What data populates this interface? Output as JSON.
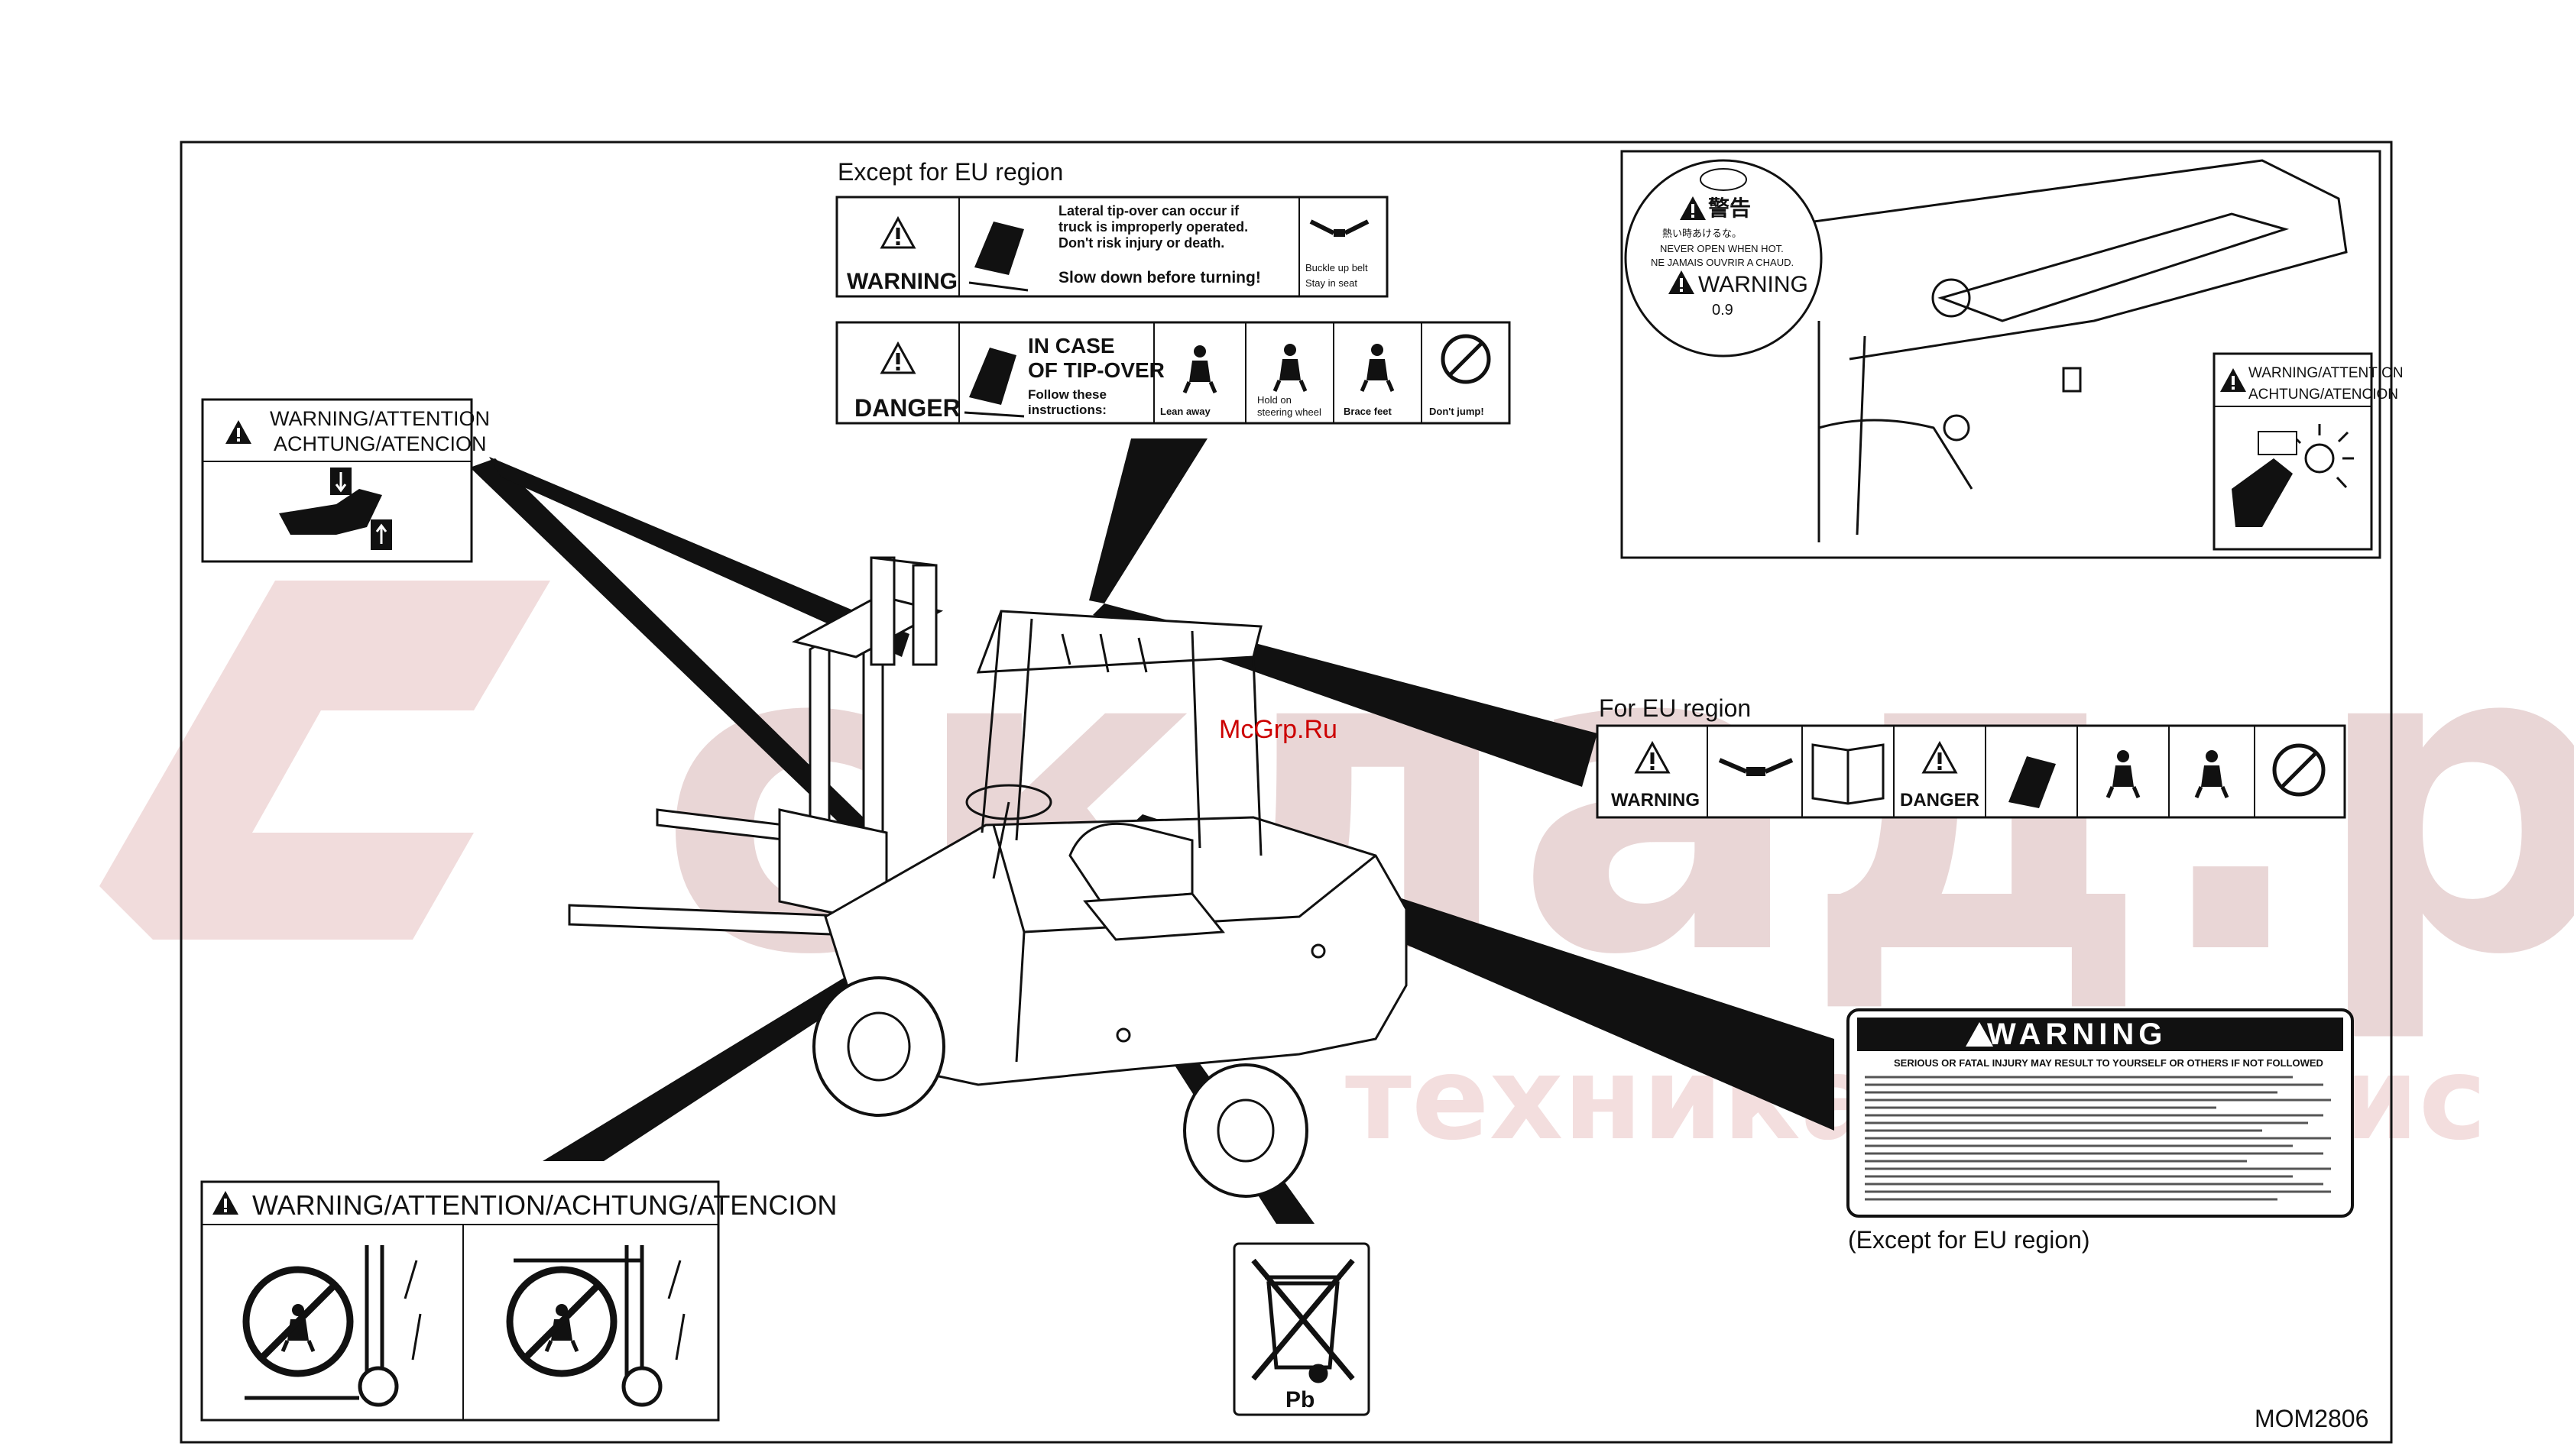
{
  "watermark": {
    "brand": "склад.ру",
    "sub": "техника и сервис",
    "site": "McGrp.Ru"
  },
  "header_except_eu": "Except for EU region",
  "label_for_eu": "For EU region",
  "label_except_eu_paren": "(Except for EU region)",
  "figure_code": "MOM2806",
  "tipover_warning_label": {
    "warning": "WARNING",
    "line1": "Lateral tip-over can occur if",
    "line2": "truck is improperly operated.",
    "line3": "Don't risk injury or death.",
    "line4": "Slow down before turning!",
    "belt1": "Buckle up belt",
    "belt2": "Stay in seat"
  },
  "tipover_danger_label": {
    "danger": "DANGER",
    "title1": "IN CASE",
    "title2": "OF TIP-OVER",
    "follow1": "Follow these",
    "follow2": "instructions:",
    "lean": "Lean away",
    "hold1": "Hold on",
    "hold2": "steering wheel",
    "brace": "Brace feet",
    "dont_jump": "Don't jump!"
  },
  "pinch_label": {
    "line1": "WARNING/ATTENTION",
    "line2": "ACHTUNG/ATENCION"
  },
  "radiator_label": {
    "title": "警告",
    "jp": "熱い時あけるな。",
    "line1": "NEVER OPEN WHEN HOT.",
    "line2": "NE JAMAIS OUVRIR A CHAUD.",
    "warning": "WARNING",
    "value": "0.9"
  },
  "fan_label": {
    "line1": "WARNING/ATTENTION",
    "line2": "ACHTUNG/ATENCION"
  },
  "eu_strip": {
    "warning": "WARNING",
    "danger": "DANGER"
  },
  "under_label": {
    "title": "WARNING/ATTENTION/ACHTUNG/ATENCION"
  },
  "battery_label": {
    "text": "Pb"
  },
  "big_warning": {
    "title": "WARNING",
    "subtitle": "SERIOUS OR FATAL INJURY MAY RESULT TO YOURSELF OR OTHERS IF NOT FOLLOWED"
  }
}
